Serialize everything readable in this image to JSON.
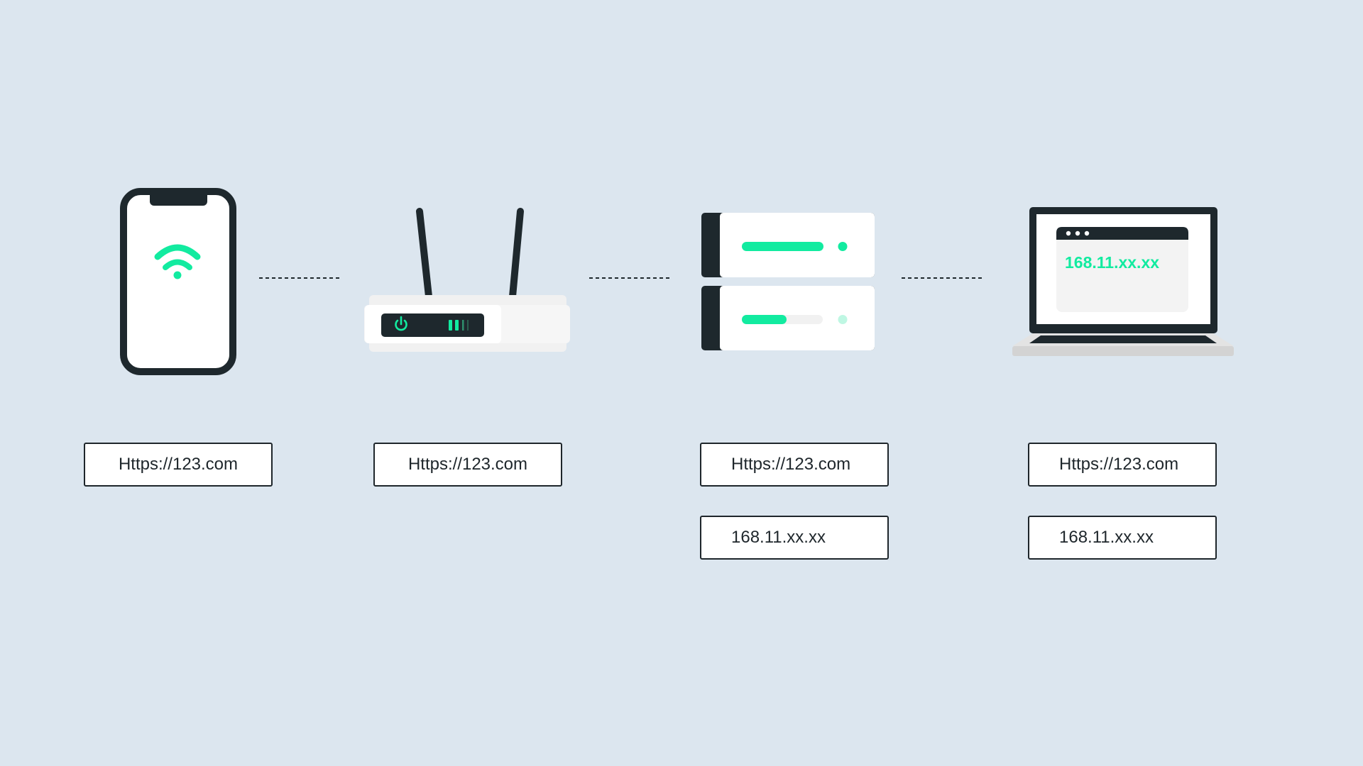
{
  "colors": {
    "background": "#dce6ef",
    "dark": "#1e282d",
    "accent": "#12eba0",
    "white": "#ffffff",
    "light_gray": "#f3f3f3"
  },
  "devices": [
    {
      "id": "phone",
      "icon": "smartphone-wifi-icon",
      "labels": [
        "Https://123.com"
      ]
    },
    {
      "id": "router",
      "icon": "wifi-router-icon",
      "labels": [
        "Https://123.com"
      ]
    },
    {
      "id": "server",
      "icon": "server-stack-icon",
      "labels": [
        "Https://123.com",
        "168.11.xx.xx"
      ]
    },
    {
      "id": "laptop",
      "icon": "laptop-browser-icon",
      "screen_text": "168.11.xx.xx",
      "labels": [
        "Https://123.com",
        "168.11.xx.xx"
      ]
    }
  ],
  "connections": [
    {
      "from": "phone",
      "to": "router",
      "style": "dashed"
    },
    {
      "from": "router",
      "to": "server",
      "style": "dashed"
    },
    {
      "from": "server",
      "to": "laptop",
      "style": "dashed"
    }
  ]
}
